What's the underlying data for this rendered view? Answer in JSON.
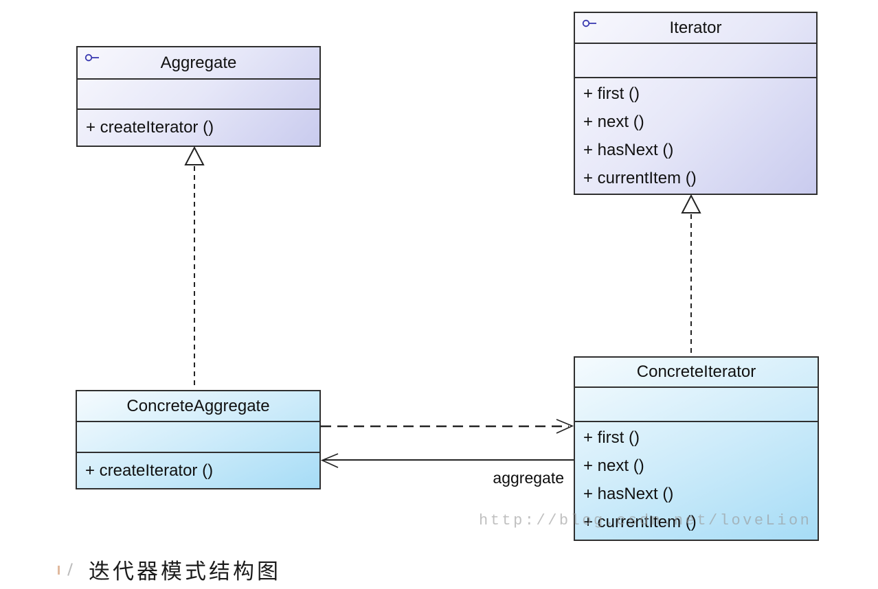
{
  "diagram": {
    "classes": [
      {
        "name": "Aggregate",
        "kind": "interface",
        "stereotype_icon": "interface-lollipop-icon",
        "attributes": [],
        "methods": [
          "+ createIterator ()"
        ]
      },
      {
        "name": "Iterator",
        "kind": "interface",
        "stereotype_icon": "interface-lollipop-icon",
        "attributes": [],
        "methods": [
          "+ first ()",
          "+ next ()",
          "+ hasNext ()",
          "+ currentItem ()"
        ]
      },
      {
        "name": "ConcreteAggregate",
        "kind": "class",
        "attributes": [],
        "methods": [
          "+ createIterator ()"
        ]
      },
      {
        "name": "ConcreteIterator",
        "kind": "class",
        "attributes": [],
        "methods": [
          "+ first ()",
          "+ next ()",
          "+ hasNext ()",
          "+ currentItem ()"
        ]
      }
    ],
    "relations": [
      {
        "type": "realization",
        "from": "ConcreteAggregate",
        "to": "Aggregate",
        "label": ""
      },
      {
        "type": "realization",
        "from": "ConcreteIterator",
        "to": "Iterator",
        "label": ""
      },
      {
        "type": "dependency",
        "from": "ConcreteAggregate",
        "to": "ConcreteIterator",
        "label": ""
      },
      {
        "type": "association",
        "from": "ConcreteIterator",
        "to": "ConcreteAggregate",
        "label": "aggregate"
      }
    ]
  },
  "watermark": "http://blog.csdn.net/loveLion",
  "caption": "迭代器模式结构图",
  "colors": {
    "border": "#2f2f2f",
    "interface_icon": "#3a3ab0",
    "lavender_fill_start": "#f8f8fd",
    "lavender_fill_end": "#c9cbee",
    "blue_fill_start": "#f5fbfe",
    "blue_fill_end": "#a6dcf6",
    "watermark_gray": "#9a9a9a"
  }
}
